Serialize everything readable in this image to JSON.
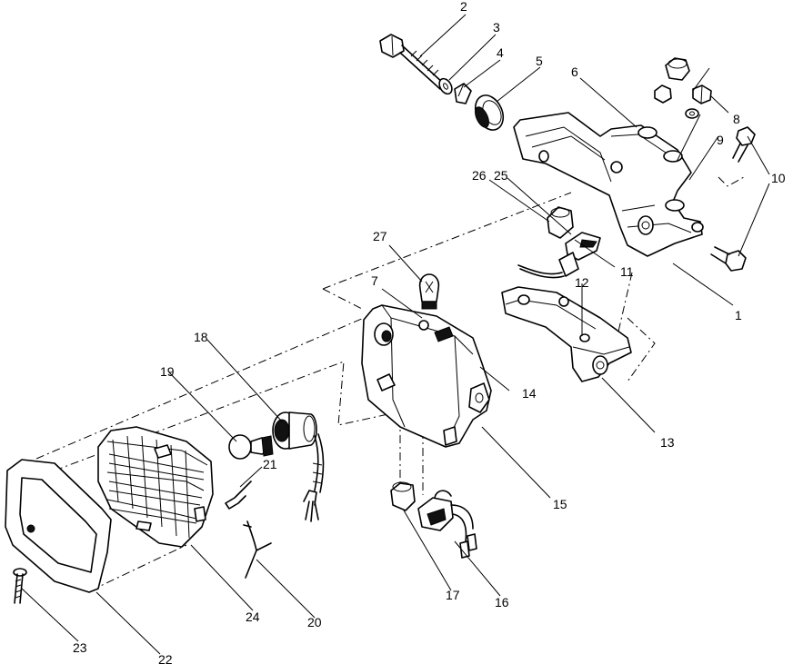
{
  "callouts": [
    {
      "id": "c1",
      "text": "1"
    },
    {
      "id": "c2",
      "text": "2"
    },
    {
      "id": "c3",
      "text": "3"
    },
    {
      "id": "c4",
      "text": "4"
    },
    {
      "id": "c5",
      "text": "5"
    },
    {
      "id": "c6",
      "text": "6"
    },
    {
      "id": "c7",
      "text": "7"
    },
    {
      "id": "c8",
      "text": "8"
    },
    {
      "id": "c9",
      "text": "9"
    },
    {
      "id": "c10",
      "text": "10"
    },
    {
      "id": "c11",
      "text": "11"
    },
    {
      "id": "c12",
      "text": "12"
    },
    {
      "id": "c13",
      "text": "13"
    },
    {
      "id": "c14",
      "text": "14"
    },
    {
      "id": "c15",
      "text": "15"
    },
    {
      "id": "c16",
      "text": "16"
    },
    {
      "id": "c17",
      "text": "17"
    },
    {
      "id": "c18",
      "text": "18"
    },
    {
      "id": "c19",
      "text": "19"
    },
    {
      "id": "c20",
      "text": "20"
    },
    {
      "id": "c21",
      "text": "21"
    },
    {
      "id": "c22",
      "text": "22"
    },
    {
      "id": "c23",
      "text": "23"
    },
    {
      "id": "c24",
      "text": "24"
    },
    {
      "id": "c25",
      "text": "25"
    },
    {
      "id": "c26",
      "text": "26"
    },
    {
      "id": "c27",
      "text": "27"
    }
  ],
  "colors": {
    "line": "#000000",
    "background": "#ffffff"
  }
}
